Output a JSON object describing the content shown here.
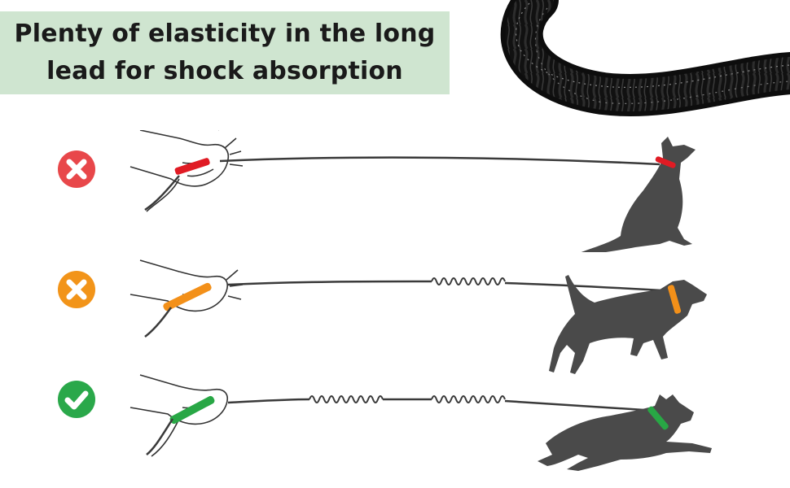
{
  "headline": {
    "line1": "Plenty of elasticity in the long",
    "line2": "lead for shock absorption"
  },
  "colors": {
    "banner_bg": "#cfe5d0",
    "bad": "#e8474a",
    "medium": "#f29419",
    "good": "#2aa84a",
    "lead": "#3a3a3a",
    "dog": "#4a4a4a",
    "collar_red": "#e01b24",
    "collar_orange": "#f39019",
    "collar_green": "#28a745"
  },
  "rows": [
    {
      "status": "bad",
      "icon": "x-circle-icon",
      "springs": 0,
      "dog_pose": "sitting"
    },
    {
      "status": "medium",
      "icon": "x-circle-icon",
      "springs": 1,
      "dog_pose": "walking"
    },
    {
      "status": "good",
      "icon": "check-circle-icon",
      "springs": 2,
      "dog_pose": "running"
    }
  ]
}
